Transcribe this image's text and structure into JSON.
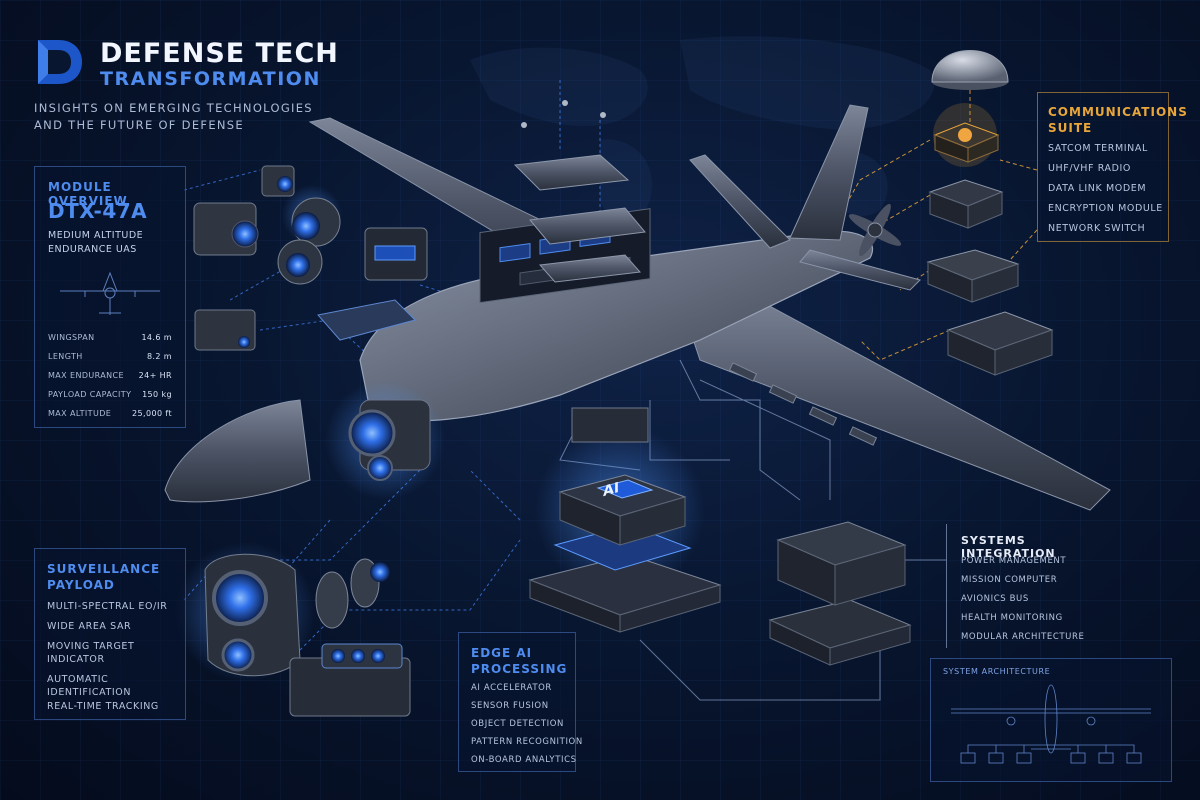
{
  "header": {
    "brand_line_1": "DEFENSE TECH",
    "brand_line_2": "TRANSFORMATION",
    "tagline_line_1": "INSIGHTS ON EMERGING TECHNOLOGIES",
    "tagline_line_2": "AND THE FUTURE OF DEFENSE"
  },
  "module_overview": {
    "title": "MODULE OVERVIEW",
    "model": "DTX-47A",
    "subtitle_line_1": "MEDIUM ALTITUDE",
    "subtitle_line_2": "ENDURANCE UAS",
    "specs": [
      {
        "label": "WINGSPAN",
        "value": "14.6 m"
      },
      {
        "label": "LENGTH",
        "value": "8.2 m"
      },
      {
        "label": "MAX ENDURANCE",
        "value": "24+ HR"
      },
      {
        "label": "PAYLOAD CAPACITY",
        "value": "150 kg"
      },
      {
        "label": "MAX ALTITUDE",
        "value": "25,000 ft"
      }
    ]
  },
  "communications": {
    "title_line_1": "COMMUNICATIONS",
    "title_line_2": "SUITE",
    "items": [
      "SATCOM TERMINAL",
      "UHF/VHF RADIO",
      "DATA LINK MODEM",
      "ENCRYPTION MODULE",
      "NETWORK SWITCH"
    ]
  },
  "surveillance": {
    "title_line_1": "SURVEILLANCE",
    "title_line_2": "PAYLOAD",
    "items": [
      "MULTI-SPECTRAL EO/IR",
      "WIDE AREA SAR",
      "MOVING TARGET",
      "INDICATOR",
      "AUTOMATIC",
      "IDENTIFICATION",
      "REAL-TIME TRACKING"
    ]
  },
  "edge_ai": {
    "title_line_1": "EDGE AI",
    "title_line_2": "PROCESSING",
    "chip_label": "AI",
    "items": [
      "AI ACCELERATOR",
      "SENSOR FUSION",
      "OBJECT DETECTION",
      "PATTERN RECOGNITION",
      "ON-BOARD ANALYTICS"
    ]
  },
  "systems": {
    "title": "SYSTEMS INTEGRATION",
    "items": [
      "POWER MANAGEMENT",
      "MISSION COMPUTER",
      "AVIONICS BUS",
      "HEALTH MONITORING",
      "MODULAR ARCHITECTURE"
    ]
  },
  "architecture": {
    "title": "SYSTEM ARCHITECTURE"
  },
  "colors": {
    "accent_blue": "#4f8cf0",
    "accent_gold": "#e8a63a",
    "background": "#081630"
  }
}
